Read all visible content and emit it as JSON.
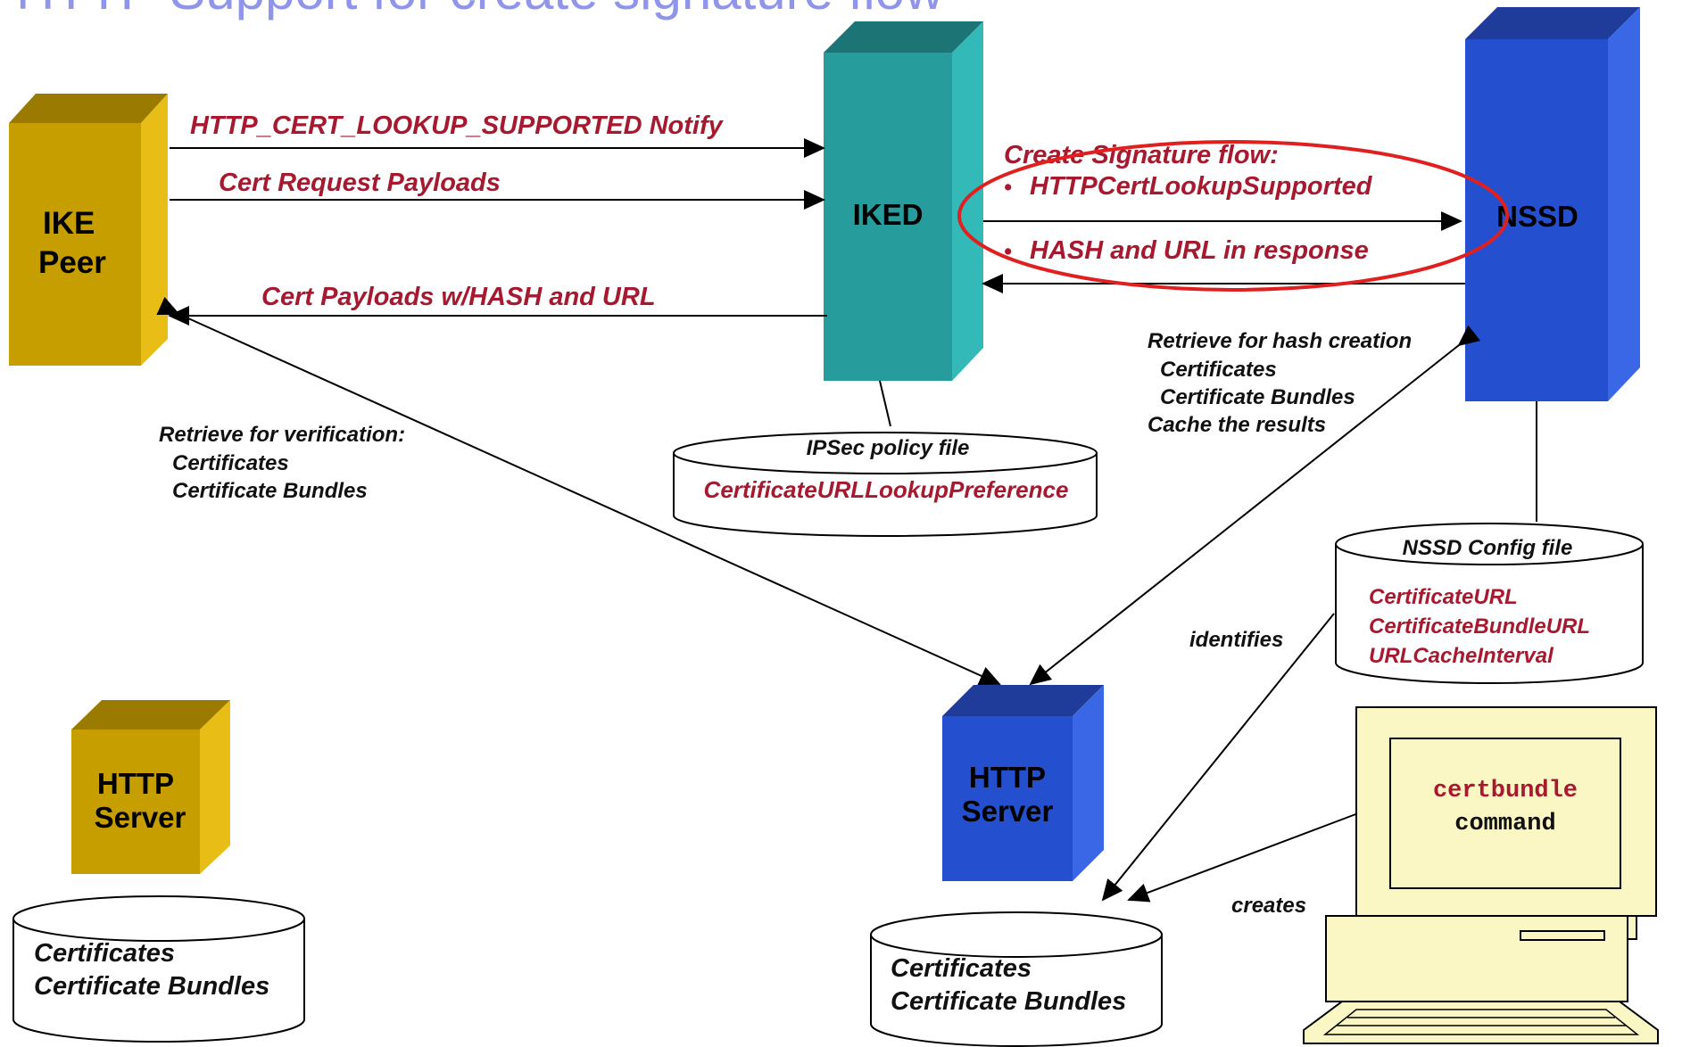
{
  "title": "HTTP Support for create signature flow",
  "colors": {
    "gold": "#e0b400",
    "teal": "#2aa7a7",
    "blue": "#2a56d8",
    "dark_red": "#a6192e",
    "highlight_ellipse": "#e01f1f",
    "computer_fill": "#fbf7c4"
  },
  "nodes": {
    "ike_peer": {
      "line1": "IKE",
      "line2": "Peer"
    },
    "iked": {
      "label": "IKED"
    },
    "nssd": {
      "label": "NSSD"
    },
    "http_server_left": {
      "line1": "HTTP",
      "line2": "Server"
    },
    "http_server_right": {
      "line1": "HTTP",
      "line2": "Server"
    }
  },
  "flows": {
    "notify": "HTTP_CERT_LOOKUP_SUPPORTED Notify",
    "cert_request": "Cert Request Payloads",
    "cert_payloads": "Cert Payloads w/HASH and URL",
    "create_signature_title": "Create Signature flow:",
    "bullet1": "HTTPCertLookupSupported",
    "bullet2": "HASH and URL in response",
    "bullet_char": "•"
  },
  "notes": {
    "retrieve_hash": [
      "Retrieve for hash creation",
      "Certificates",
      "Certificate Bundles",
      "Cache the results"
    ],
    "retrieve_verification": [
      "Retrieve for verification:",
      "Certificates",
      "Certificate Bundles"
    ],
    "identifies": "identifies",
    "creates": "creates"
  },
  "databases": {
    "ipsec_policy": {
      "title": "IPSec policy file",
      "value": "CertificateURLLookupPreference"
    },
    "nssd_config": {
      "title": "NSSD Config file",
      "items": [
        "CertificateURL",
        "CertificateBundleURL",
        "URLCacheInterval"
      ]
    },
    "left_store": {
      "items": [
        "Certificates",
        "Certificate Bundles"
      ]
    },
    "right_store": {
      "items": [
        "Certificates",
        "Certificate Bundles"
      ]
    }
  },
  "computer": {
    "command_name": "certbundle",
    "command_word": "command"
  }
}
